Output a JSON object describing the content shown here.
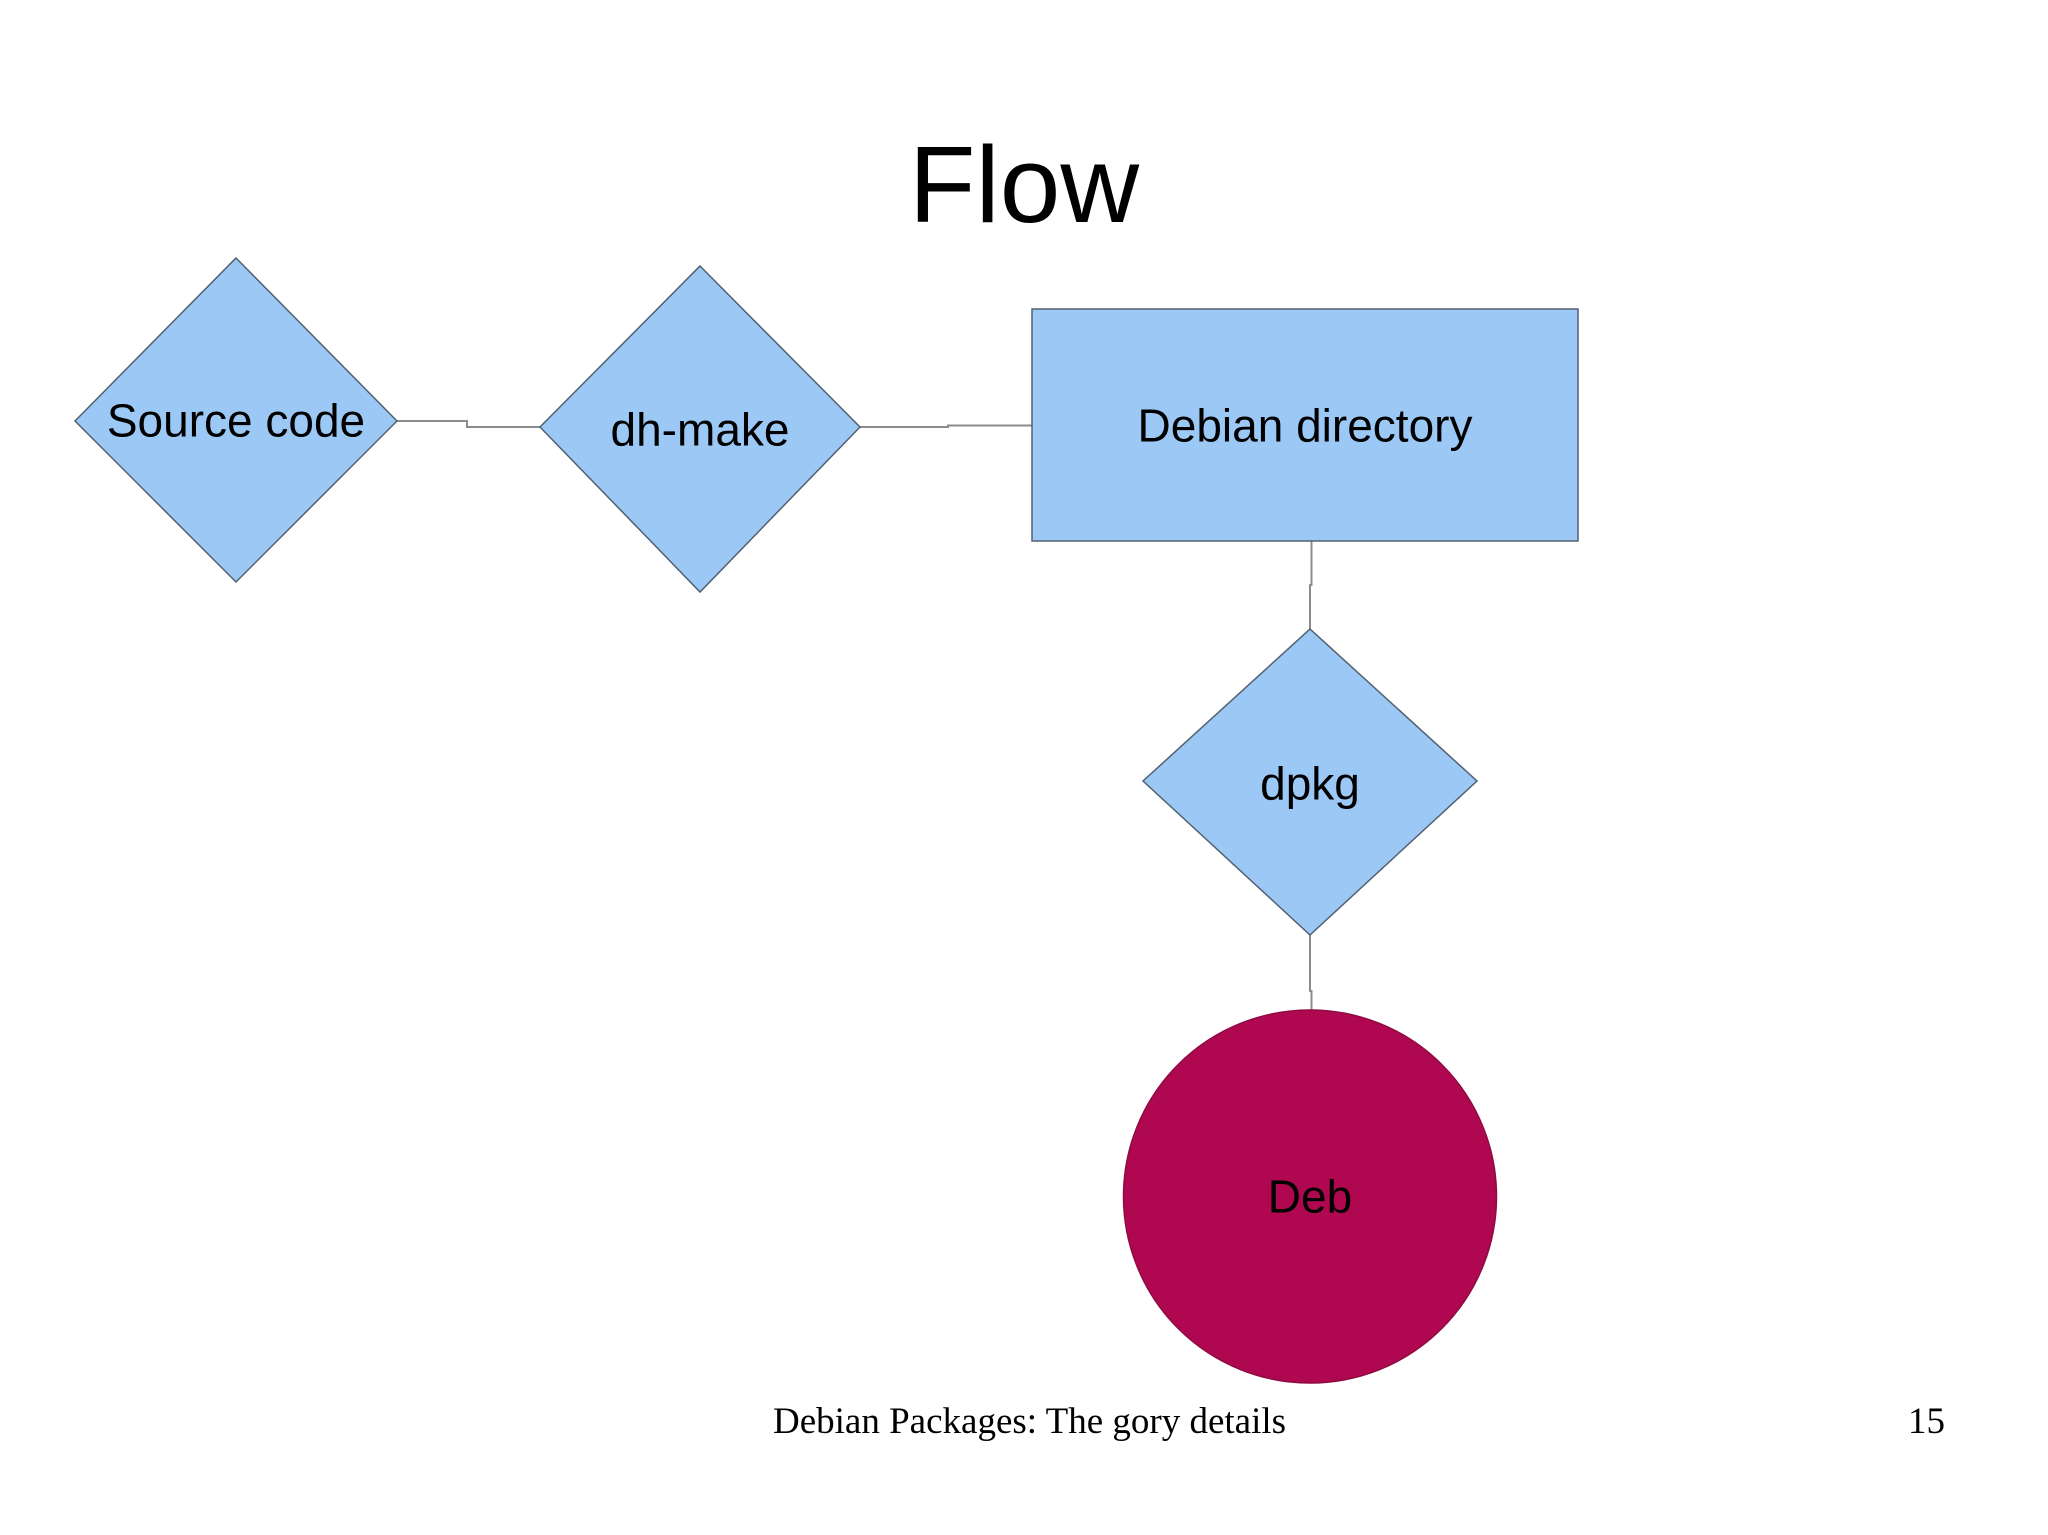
{
  "slide": {
    "title": "Flow",
    "footer": "Debian Packages: The gory details",
    "page_number": "15",
    "background_color": "#ffffff",
    "text_color": "#000000"
  },
  "diagram": {
    "colors": {
      "node_fill": "#9bc8f5",
      "node_border": "#536070",
      "deb_fill": "#b00850",
      "deb_border": "#8f0a42",
      "connector": "#8c8c8c"
    },
    "nodes": [
      {
        "id": "source-code",
        "shape": "diamond",
        "label": "Source code"
      },
      {
        "id": "dh-make",
        "shape": "diamond",
        "label": "dh-make"
      },
      {
        "id": "debian-directory",
        "shape": "rectangle",
        "label": "Debian directory"
      },
      {
        "id": "dpkg",
        "shape": "diamond",
        "label": "dpkg"
      },
      {
        "id": "deb",
        "shape": "circle",
        "label": "Deb"
      }
    ],
    "edges": [
      {
        "from": "source-code",
        "to": "dh-make"
      },
      {
        "from": "dh-make",
        "to": "debian-directory"
      },
      {
        "from": "debian-directory",
        "to": "dpkg"
      },
      {
        "from": "dpkg",
        "to": "deb"
      }
    ]
  }
}
